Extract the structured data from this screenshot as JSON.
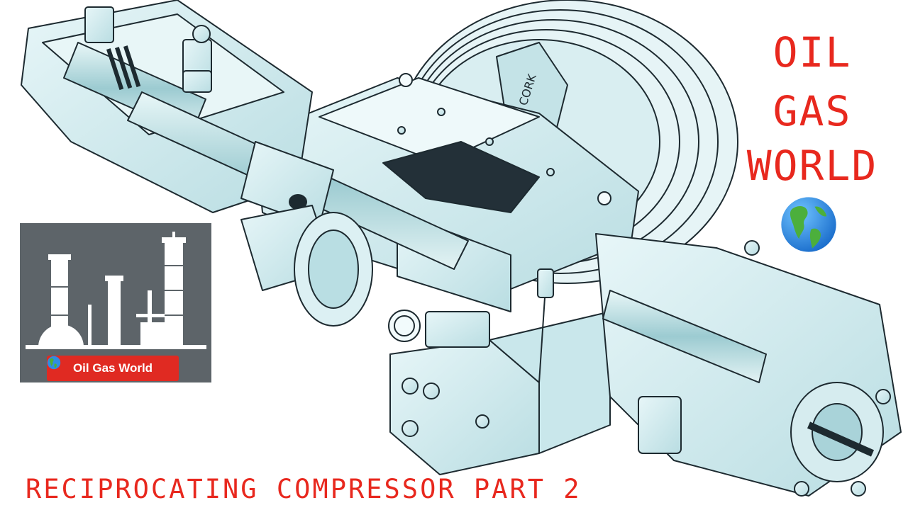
{
  "title": {
    "line1": "OIL",
    "line2": "GAS",
    "line3": "WORLD"
  },
  "logo": {
    "badge_text": "Oil Gas World"
  },
  "caption": "RECIPROCATING COMPRESSOR PART 2",
  "illustration": {
    "flywheel_text": "CORK"
  },
  "colors": {
    "title_red": "#e8281e",
    "logo_gray": "#5d6469",
    "badge_red": "#e02a22",
    "machine_cyan": "#d3ecef",
    "outline": "#1d2a30"
  },
  "icons": {
    "title_globe": "earth-globe-icon",
    "logo_mark": "refinery-icon"
  }
}
